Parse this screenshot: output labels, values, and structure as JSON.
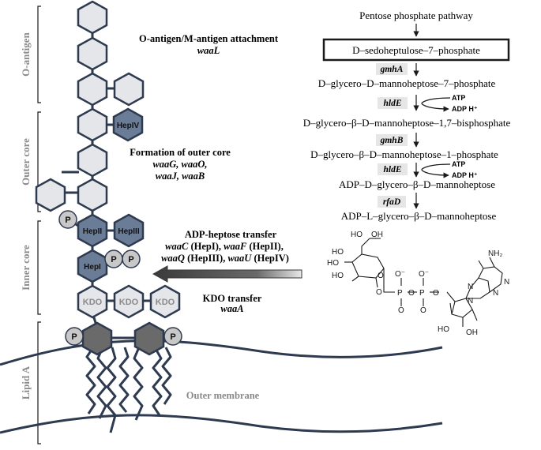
{
  "side_labels": {
    "o_antigen": "O-antigen",
    "outer_core": "Outer core",
    "inner_core": "Inner core",
    "lipid_a": "Lipid A"
  },
  "annotations": {
    "o_antigen_title": "O-antigen/M-antigen attachment",
    "o_antigen_gene": "waaL",
    "outer_core_title": "Formation of outer core",
    "outer_core_genes_1": "waaG, waaO,",
    "outer_core_genes_2": "waaJ, waaB",
    "adp_heptose_title": "ADP-heptose transfer",
    "adp_line1_gene1": "waaC",
    "adp_line1_sub1": " (HepI), ",
    "adp_line1_gene2": "waaF",
    "adp_line1_sub2": " (HepII),",
    "adp_line2_gene1": "waaQ",
    "adp_line2_sub1": " (HepIII), ",
    "adp_line2_gene2": "waaU",
    "adp_line2_sub2": " (HepIV)",
    "kdo_title": "KDO transfer",
    "kdo_gene": "waaA",
    "outer_membrane": "Outer membrane"
  },
  "residue_labels": {
    "hep_i": "HepI",
    "hep_ii": "HepII",
    "hep_iii": "HepIII",
    "hep_iv": "HepIV",
    "kdo": "KDO",
    "phosphate": "P"
  },
  "pathway": {
    "start": "Pentose phosphate pathway",
    "boxed": "D–sedoheptulose–7–phosphate",
    "steps": [
      {
        "enzyme": "gmhA",
        "product": "D–glycero–D–mannoheptose–7–phosphate"
      },
      {
        "enzyme": "hldE",
        "product": "D–glycero–β–D–mannoheptose–1,7–bisphosphate",
        "cofactor_in": "ATP",
        "cofactor_out": "ADP H⁺"
      },
      {
        "enzyme": "gmhB",
        "product": "D–glycero–β–D–mannoheptose–1–phosphate"
      },
      {
        "enzyme": "hldE",
        "product": "ADP–D–glycero–β–D–mannoheptose",
        "cofactor_in": "ATP",
        "cofactor_out": "ADP H⁺"
      },
      {
        "enzyme": "rfaD",
        "product": "ADP–L–glycero–β–D–mannoheptose"
      }
    ]
  },
  "structure": {
    "ho": "HO",
    "oh": "OH",
    "o": "O",
    "o_minus": "O⁻",
    "p": "P",
    "n": "N",
    "nh2": "NH₂"
  },
  "colors": {
    "outline": "#2e3a4f",
    "sugar_fill": "#e4e6ea",
    "hep_fill": "#6b7d96",
    "lipid_fill": "#6a6a6a",
    "phosphate_fill": "#c8c8c8",
    "kdo_text": "#8a8a8a",
    "arrow_fill": "#4a4a4a",
    "enzyme_box": "#e6e6e6"
  }
}
